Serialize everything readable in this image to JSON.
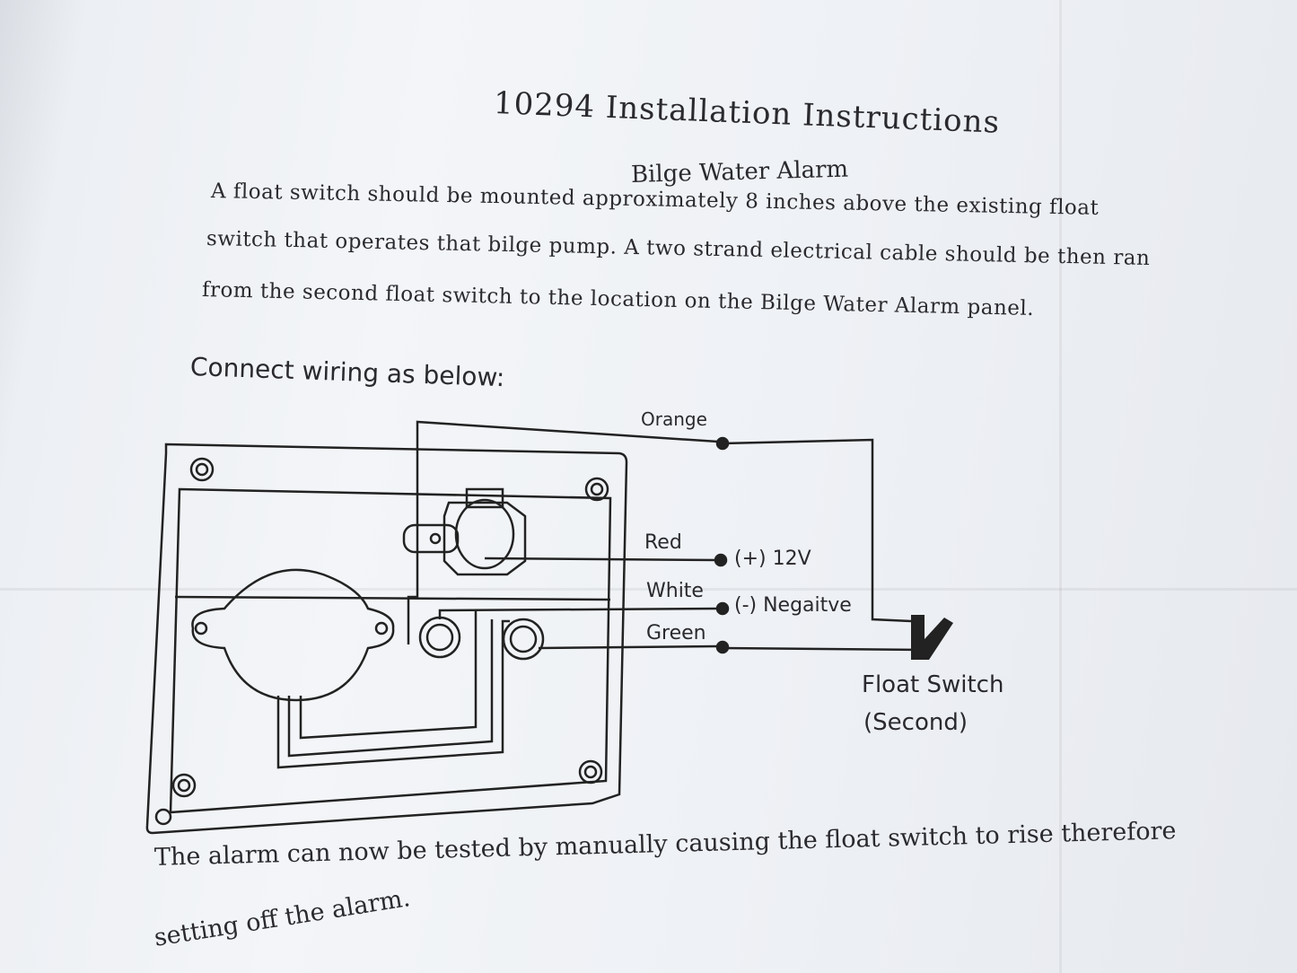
{
  "document": {
    "title": "10294 Installation Instructions",
    "subtitle": "Bilge Water Alarm",
    "paragraph_lines": [
      "A float switch should be mounted approximately 8 inches above the existing float",
      "switch that operates that bilge pump. A two strand electrical cable should be then ran",
      "from the second float switch to the location on the Bilge Water Alarm panel."
    ],
    "wiring_heading": "Connect wiring as below:",
    "diagram": {
      "wires": [
        {
          "color_name": "Orange",
          "terminal": ""
        },
        {
          "color_name": "Red",
          "terminal": "(+) 12V"
        },
        {
          "color_name": "White",
          "terminal": "(-) Negaitve"
        },
        {
          "color_name": "Green",
          "terminal": ""
        }
      ],
      "float_switch_label": "Float Switch",
      "float_switch_note": "(Second)"
    },
    "closing_lines": [
      "The alarm can now be tested by manually causing the float switch to rise therefore",
      "setting off the alarm."
    ]
  }
}
